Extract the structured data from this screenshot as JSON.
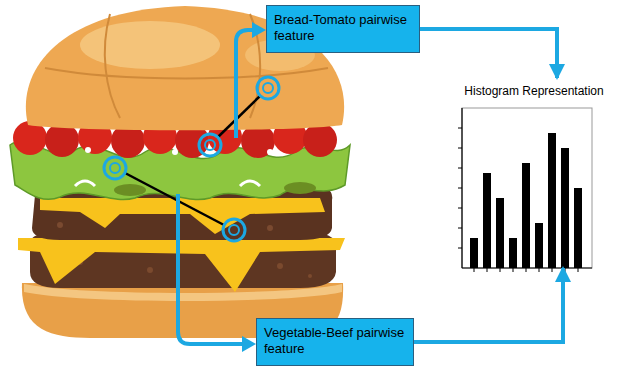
{
  "diagram": {
    "nodes": [
      {
        "text": [
          "Bread-Tomato pairwise feature"
        ]
      },
      {
        "text": [
          "Vegetable-Beef pairwise feature"
        ]
      },
      {
        "text": [
          "Histogram Representation"
        ]
      }
    ],
    "edges": [
      {
        "from": 0,
        "to": 2,
        "arrow": "to"
      },
      {
        "from": 1,
        "to": 2,
        "arrow": "to"
      }
    ]
  }
}
